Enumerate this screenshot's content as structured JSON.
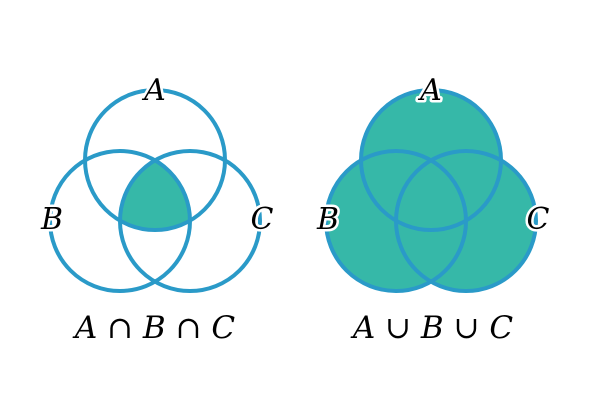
{
  "colors": {
    "outline": "#2a9ac8",
    "fill": "#36b8a8",
    "background": "#ffffff"
  },
  "diagrams": [
    {
      "operation": "intersection",
      "labels": {
        "a": "A",
        "b": "B",
        "c": "C"
      },
      "caption": "A ∩ B ∩ C"
    },
    {
      "operation": "union",
      "labels": {
        "a": "A",
        "b": "B",
        "c": "C"
      },
      "caption": "A ∪ B ∪ C"
    }
  ]
}
